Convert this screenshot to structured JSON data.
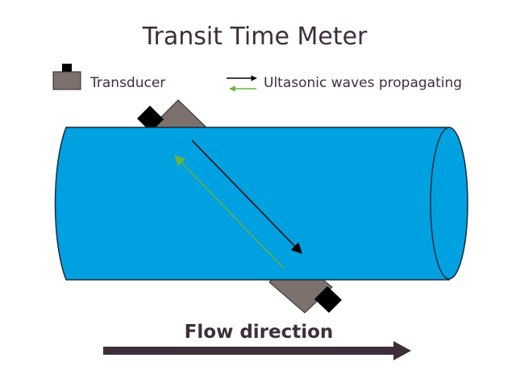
{
  "title": "Transit Time Meter",
  "legend": {
    "transducer_label": "Transducer",
    "waves_label": "Ultasonic waves propagating"
  },
  "flow_label": "Flow direction",
  "colors": {
    "text": "#3e2e3a",
    "pipe_fill": "#00a1e0",
    "pipe_stroke": "#1b2b3a",
    "transducer_body": "#7d716d",
    "transducer_cap": "#000000",
    "wave_downstream": "#000000",
    "wave_upstream": "#6ab23e",
    "flow_arrow": "#3e2e3a"
  }
}
